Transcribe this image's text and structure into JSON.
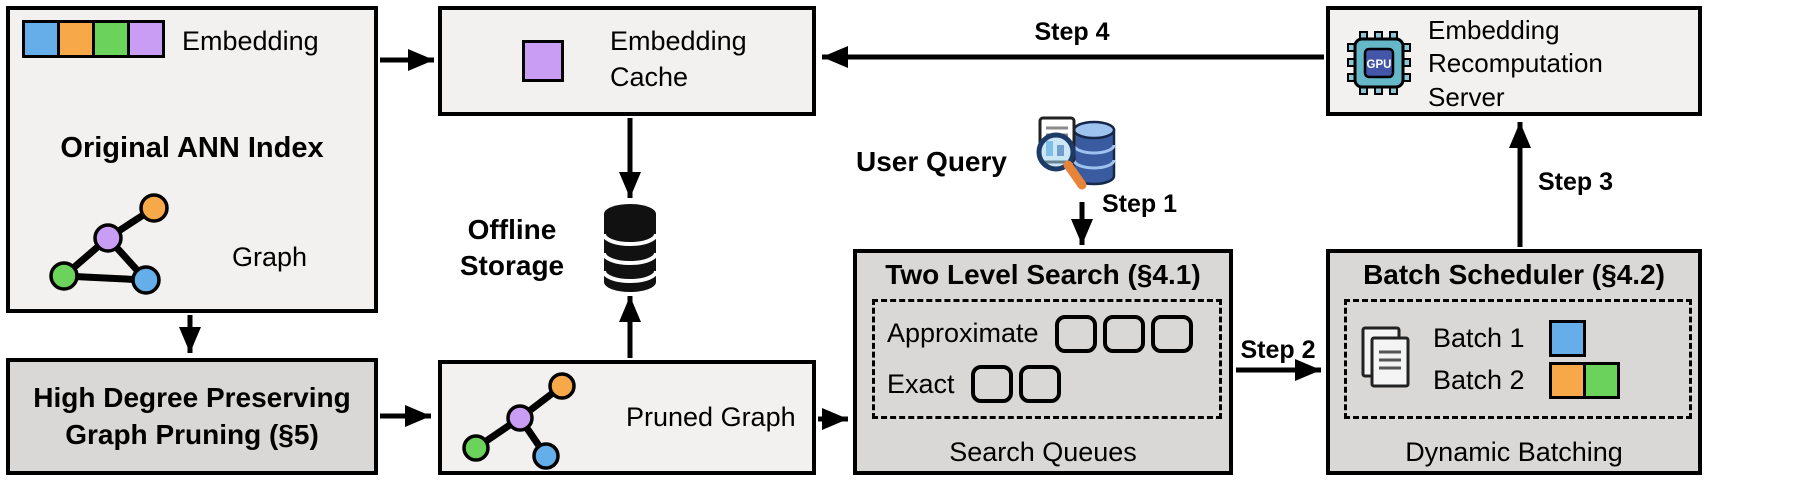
{
  "colors": {
    "box_light": "#f2f1ef",
    "box_dark": "#d9d8d6",
    "border": "#000000",
    "arrow": "#000000",
    "blue": "#66aeea",
    "orange": "#f7a94a",
    "green": "#6bd35c",
    "purple": "#c99df3"
  },
  "ann_index": {
    "title": "Original ANN Index",
    "embedding_label": "Embedding",
    "graph_label": "Graph"
  },
  "embedding_cache": {
    "label": "Embedding\nCache"
  },
  "recomputation_server": {
    "label": "Embedding\nRecomputation\nServer",
    "gpu_label": "GPU"
  },
  "offline_storage": {
    "label": "Offline\nStorage"
  },
  "user_query": {
    "label": "User Query"
  },
  "steps": {
    "step1": "Step 1",
    "step2": "Step 2",
    "step3": "Step 3",
    "step4": "Step 4"
  },
  "two_level_search": {
    "title": "Two Level Search (§4.1)",
    "approximate_label": "Approximate",
    "exact_label": "Exact",
    "approximate_queue_slots": 3,
    "exact_queue_slots": 2,
    "footer": "Search Queues"
  },
  "batch_scheduler": {
    "title": "Batch Scheduler (§4.2)",
    "batch1_label": "Batch 1",
    "batch2_label": "Batch 2",
    "footer": "Dynamic Batching"
  },
  "graph_pruning": {
    "title": "High Degree Preserving\nGraph Pruning (§5)"
  },
  "pruned_graph": {
    "label": "Pruned Graph"
  }
}
